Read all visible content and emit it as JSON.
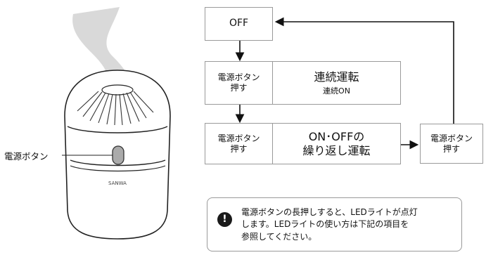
{
  "device": {
    "label": "電源ボタン",
    "brand_mark": "SANWA"
  },
  "flow": {
    "off": "OFF",
    "step1": {
      "button": [
        "電源ボタン",
        "押す"
      ],
      "mode_title": "連続運転",
      "mode_sub": "連続ON"
    },
    "step2": {
      "button": [
        "電源ボタン",
        "押す"
      ],
      "mode_line1": "ON･OFFの",
      "mode_line2": "繰り返し運転"
    },
    "step3": {
      "button": [
        "電源ボタン",
        "押す"
      ]
    }
  },
  "note": {
    "icon": "exclamation-icon",
    "lines": [
      "電源ボタンの長押しすると、LEDライトが点灯",
      "します。LEDライトの使い方は下記の項目を",
      "参照してください。"
    ]
  },
  "colors": {
    "box_border": "#9a9a9a",
    "device_body": "#ffffff",
    "steam": "#d9d9d9"
  }
}
